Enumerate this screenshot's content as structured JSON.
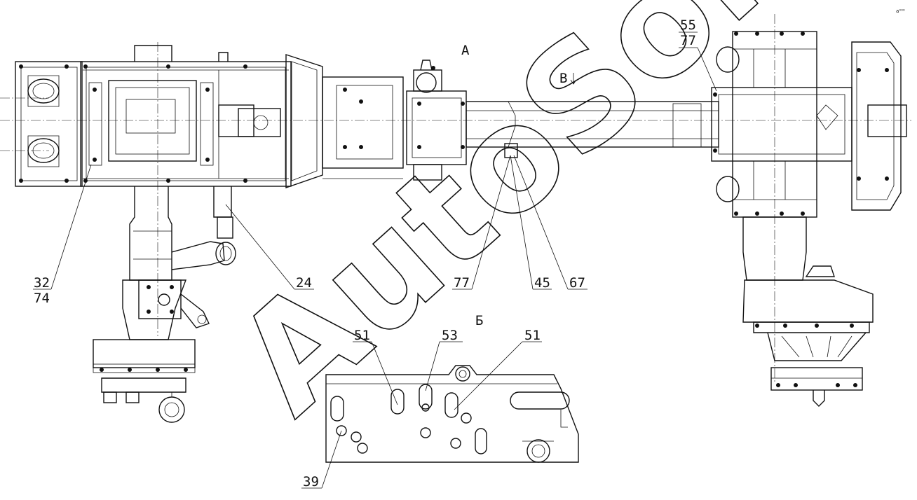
{
  "watermark": "AutoSoft",
  "corner_mark": "a⁰⁰⁰",
  "views": {
    "a": "A",
    "b": "Б",
    "v_arrow": "В"
  },
  "callouts": [
    {
      "key": "c55",
      "text": "55"
    },
    {
      "key": "c77a",
      "text": "77"
    },
    {
      "key": "c32",
      "text": "32"
    },
    {
      "key": "c74",
      "text": "74"
    },
    {
      "key": "c24",
      "text": "24"
    },
    {
      "key": "c77b",
      "text": "77"
    },
    {
      "key": "c45",
      "text": "45"
    },
    {
      "key": "c67",
      "text": "67"
    },
    {
      "key": "c51a",
      "text": "51"
    },
    {
      "key": "c53",
      "text": "53"
    },
    {
      "key": "c51b",
      "text": "51"
    },
    {
      "key": "c39",
      "text": "39"
    }
  ]
}
